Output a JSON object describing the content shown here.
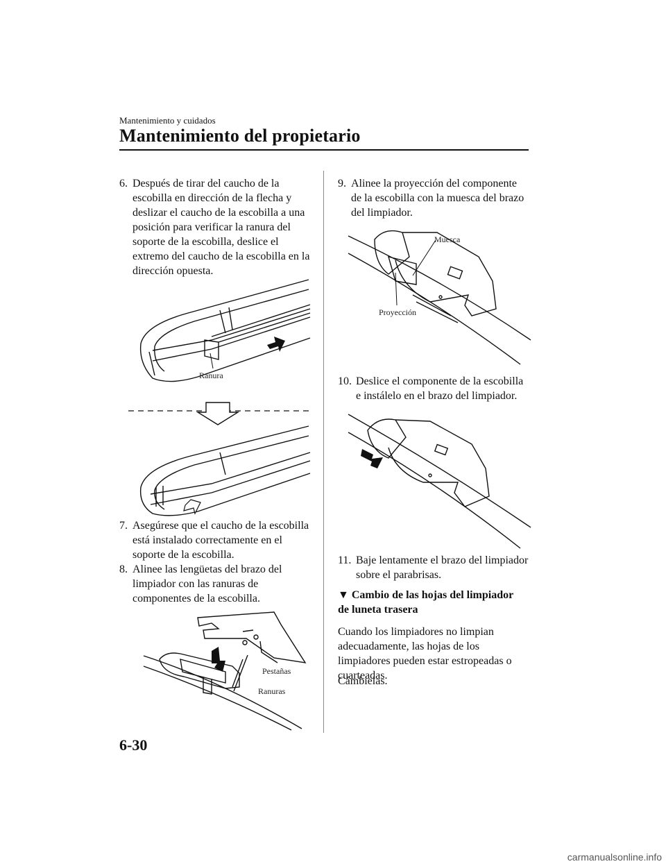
{
  "header": {
    "section": "Mantenimiento y cuidados",
    "title": "Mantenimiento del propietario"
  },
  "steps": {
    "s6": {
      "num": "6.",
      "text": "Después de tirar del caucho de la escobilla en dirección de la flecha y deslizar el caucho de la escobilla a una posición para verificar la ranura del soporte de la escobilla, deslice el extremo del caucho de la escobilla en la dirección opuesta."
    },
    "s7": {
      "num": "7.",
      "text": "Asegúrese que el caucho de la escobilla está instalado correctamente en el soporte de la escobilla."
    },
    "s8": {
      "num": "8.",
      "text": "Alinee las lengüetas del brazo del limpiador con las ranuras de componentes de la escobilla."
    },
    "s9": {
      "num": "9.",
      "text": "Alinee la proyección del componente de la escobilla con la muesca del brazo del limpiador."
    },
    "s10": {
      "num": "10.",
      "text": "Deslice el componente de la escobilla e instálelo en el brazo del limpiador."
    },
    "s11": {
      "num": "11.",
      "text": "Baje lentamente el brazo del limpiador sobre el parabrisas."
    }
  },
  "labels": {
    "ranura": "Ranura",
    "pestanas": "Pestañas",
    "ranuras": "Ranuras",
    "muesca": "Muesca",
    "proyeccion": "Proyección"
  },
  "subsection": {
    "marker": "▼",
    "title": "Cambio de las hojas del limpiador de luneta trasera",
    "body": "Cuando los limpiadores no limpian adecuadamente, las hojas de los limpiadores pueden estar estropeadas o cuarteadas.",
    "body2": "Cámbielas."
  },
  "page_number": "6-30",
  "footer": "carmanualsonline.info"
}
